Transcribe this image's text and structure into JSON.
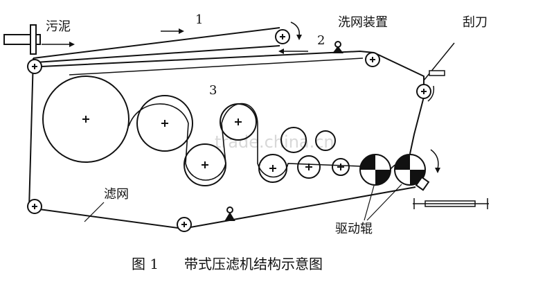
{
  "labels": {
    "sludge": "污泥",
    "section_1": "1",
    "section_2": "2",
    "section_3": "3",
    "wash_device": "洗网装置",
    "scraper": "刮刀",
    "filter_mesh": "滤网",
    "drive_rollers": "驱动辊"
  },
  "caption": {
    "figure_no": "图 1",
    "title": "带式压滤机结构示意图"
  },
  "watermark": "trade.china.cn"
}
